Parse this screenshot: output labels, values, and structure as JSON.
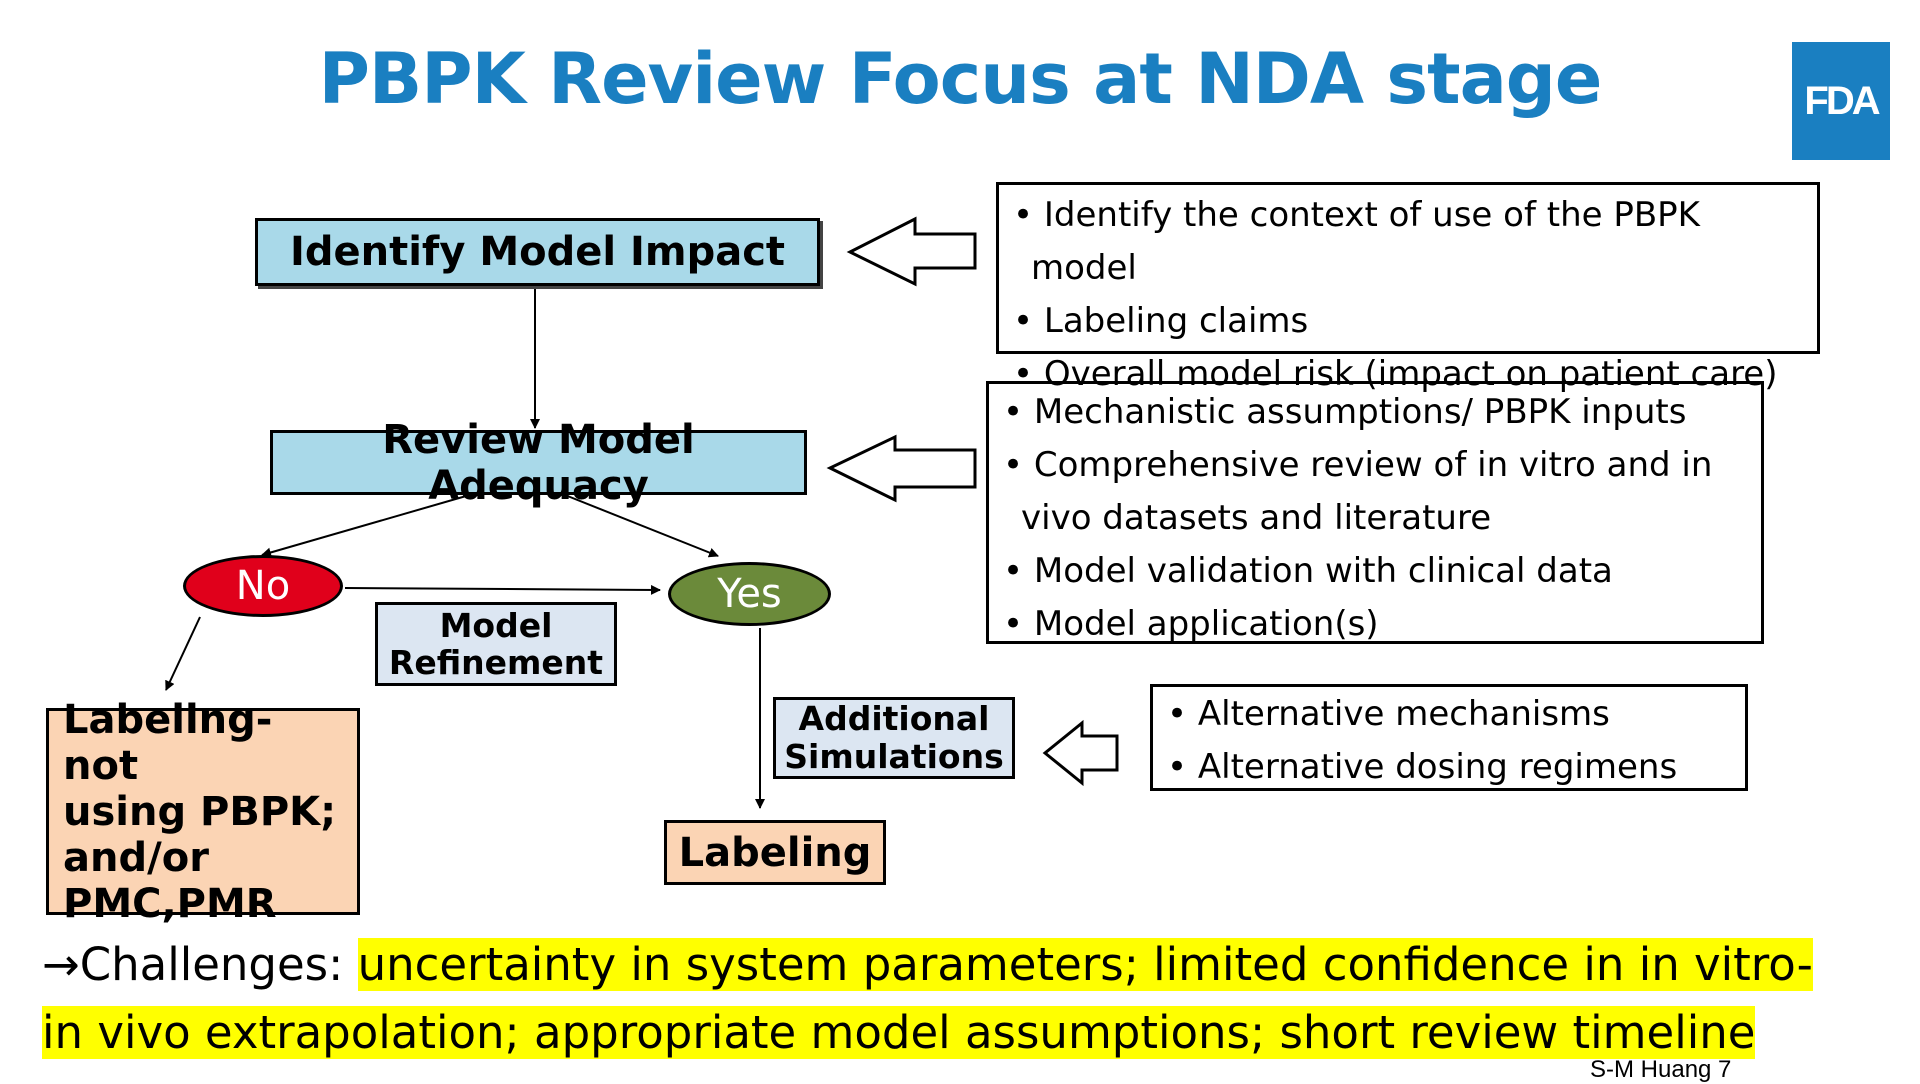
{
  "slide": {
    "title": "PBPK Review Focus at NDA stage",
    "logo_text": "FDA",
    "credit": "S-M Huang 7"
  },
  "flow": {
    "identify_impact": "Identify Model Impact",
    "review_adequacy": "Review Model Adequacy",
    "no_label": "No",
    "yes_label": "Yes",
    "model_refinement": "Model\nRefinement",
    "additional_simulations": "Additional\nSimulations",
    "labeling_not_pbpk": "Labeling- not\nusing PBPK;\nand/or\nPMC,PMR",
    "labeling": "Labeling"
  },
  "panels": {
    "impact_bullets": [
      "Identify the context of use of the PBPK model",
      "Labeling claims",
      "Overall model risk (impact on patient care)"
    ],
    "adequacy_bullets": [
      "Mechanistic assumptions/ PBPK inputs",
      "Comprehensive review of in vitro and in vivo datasets and literature",
      "Model validation with clinical data",
      "Model application(s)"
    ],
    "simulation_bullets": [
      "Alternative mechanisms",
      "Alternative dosing regimens"
    ]
  },
  "challenges": {
    "prefix": "→Challenges: ",
    "line1": "uncertainty in system parameters; limited confidence in in vitro-",
    "line2": "in vivo extrapolation; appropriate model assumptions; short review timeline"
  },
  "colors": {
    "title": "#1a7fc1",
    "logo_bg": "#1a7fc1",
    "blue_box": "#a9d9e9",
    "light_blue_box": "#dce6f2",
    "peach_box": "#fbd4b4",
    "no_oval": "#e0001b",
    "yes_oval": "#6b8a3a",
    "highlight": "#ffff00"
  }
}
